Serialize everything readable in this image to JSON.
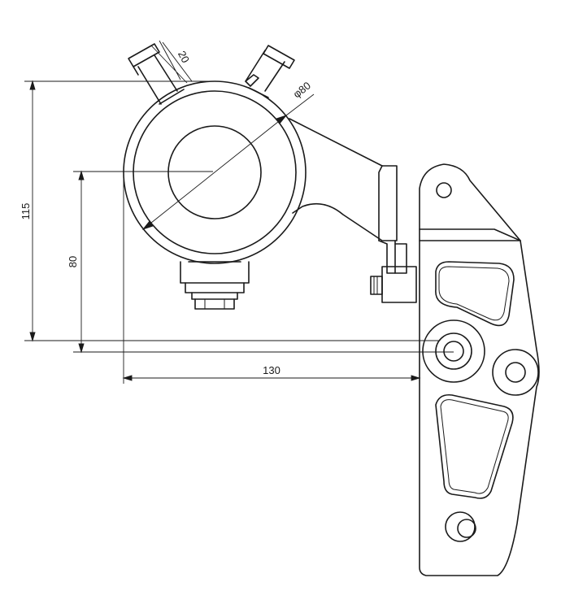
{
  "drawing": {
    "dimensions": {
      "height_total": "115",
      "height_mount": "80",
      "width": "130",
      "diameter": "φ80",
      "nozzle": "20"
    }
  }
}
